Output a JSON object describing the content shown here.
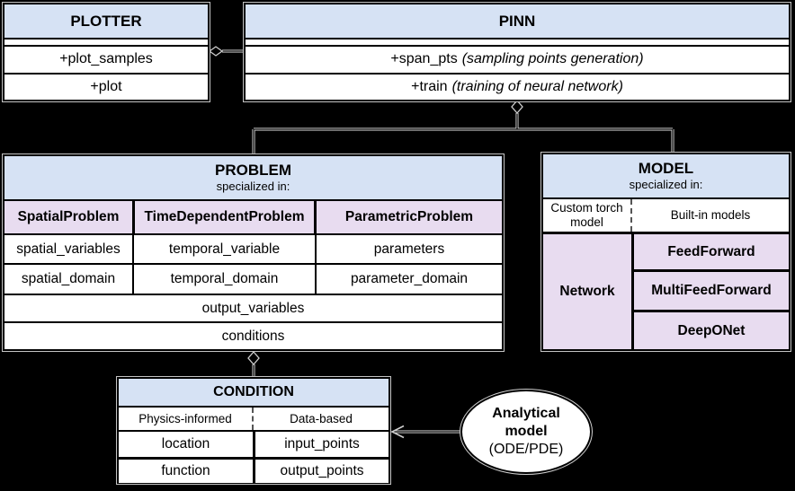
{
  "plotter": {
    "title": "PLOTTER",
    "methods": [
      "+plot_samples",
      "+plot"
    ]
  },
  "pinn": {
    "title": "PINN",
    "methods": [
      {
        "name": "+span_pts",
        "note": "(sampling points generation)"
      },
      {
        "name": "+train",
        "note": "(training of neural network)"
      }
    ]
  },
  "problem": {
    "title": "PROBLEM",
    "subtitle": "specialized in:",
    "subclasses": [
      "SpatialProblem",
      "TimeDependentProblem",
      "ParametricProblem"
    ],
    "attribute_rows": [
      [
        "spatial_variables",
        "temporal_variable",
        "parameters"
      ],
      [
        "spatial_domain",
        "temporal_domain",
        "parameter_domain"
      ]
    ],
    "shared_attributes": [
      "output_variables",
      "conditions"
    ]
  },
  "model": {
    "title": "MODEL",
    "subtitle": "specialized in:",
    "categories": [
      "Custom torch model",
      "Built-in models"
    ],
    "custom_model": "Network",
    "builtin_models": [
      "FeedForward",
      "MultiFeedForward",
      "DeepONet"
    ]
  },
  "condition": {
    "title": "CONDITION",
    "categories": [
      "Physics-informed",
      "Data-based"
    ],
    "attribute_rows": [
      [
        "location",
        "input_points"
      ],
      [
        "function",
        "output_points"
      ]
    ]
  },
  "analytical_model": {
    "line1": "Analytical",
    "line2": "model",
    "line3": "(ODE/PDE)"
  },
  "colors": {
    "header_blue": "#d6e2f4",
    "lavender": "#e8dcf0",
    "background": "#000000",
    "connector_gray": "#d9d9d9"
  }
}
